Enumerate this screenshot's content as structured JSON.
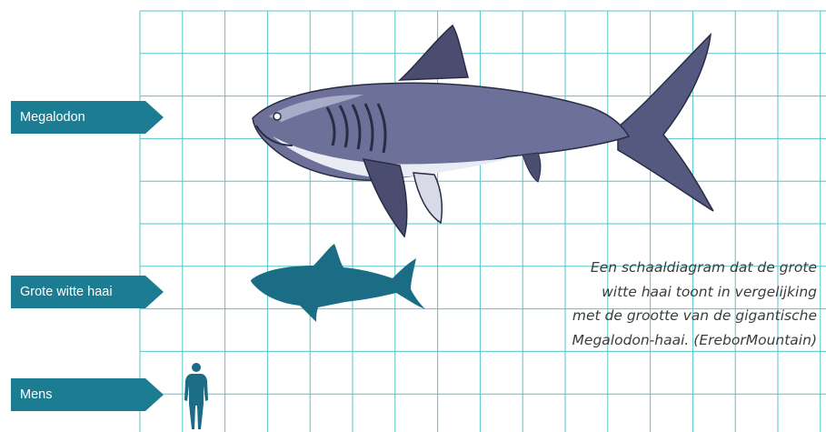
{
  "labels": {
    "megalodon": "Megalodon",
    "great_white": "Grote witte haai",
    "human": "Mens"
  },
  "caption": {
    "lines": [
      "Een schaaldiagram dat de grote",
      "witte haai toont in vergelijking",
      "met de grootte van de gigantische",
      "Megalodon-haai. (EreborMountain)"
    ]
  },
  "colors": {
    "grid": "#4fc3c7",
    "label_fill": "#1c7c91",
    "silhouette": "#1a6d85",
    "megalodon_dark": "#3a3d5c",
    "megalodon_mid": "#7a7ea6",
    "megalodon_light": "#eceef7"
  }
}
